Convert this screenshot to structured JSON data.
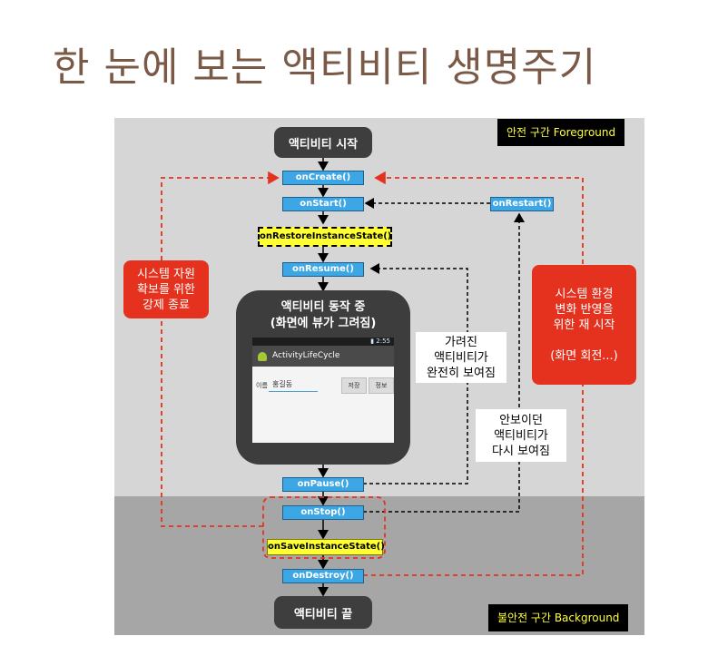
{
  "title": "한 눈에 보는 액티비티 생명주기",
  "tags": {
    "foreground": "안전 구간 Foreground",
    "background": "불안전 구간 Background"
  },
  "start_node": "액티비티 시작",
  "end_node": "액티비티 끝",
  "callbacks": {
    "on_create": "onCreate()",
    "on_start": "onStart()",
    "on_restart": "onRestart()",
    "on_restore_instance_state": "onRestoreInstanceState()",
    "on_resume": "onResume()",
    "on_pause": "onPause()",
    "on_stop": "onStop()",
    "on_save_instance_state": "onSaveInstanceState()",
    "on_destroy": "onDestroy()"
  },
  "running": {
    "line1": "액티비티 동작 중",
    "line2": "(화면에 뷰가 그려짐)"
  },
  "device": {
    "status_time": "2:55",
    "app_title": "ActivityLifeCycle",
    "field_label": "이름",
    "field_value": "홍길동",
    "save_button": "저장",
    "info_button": "정보"
  },
  "left_red_box": [
    "시스템 자원",
    "확보를 위한",
    "강제 종료"
  ],
  "right_red_box": [
    "시스템 환경",
    "변화 반영을",
    "위한 재 시작",
    "",
    "(화면 회전...)"
  ],
  "note_hidden": [
    "가려진",
    "액티비티가",
    "완전히 보여짐"
  ],
  "note_visible_again": [
    "안보이던",
    "액티비티가",
    "다시 보여짐"
  ],
  "colors": {
    "accent_blue": "#3da7e6",
    "highlight_yellow": "#ffff33",
    "warn_red": "#e5321f",
    "title_brown": "#7a5a46"
  }
}
